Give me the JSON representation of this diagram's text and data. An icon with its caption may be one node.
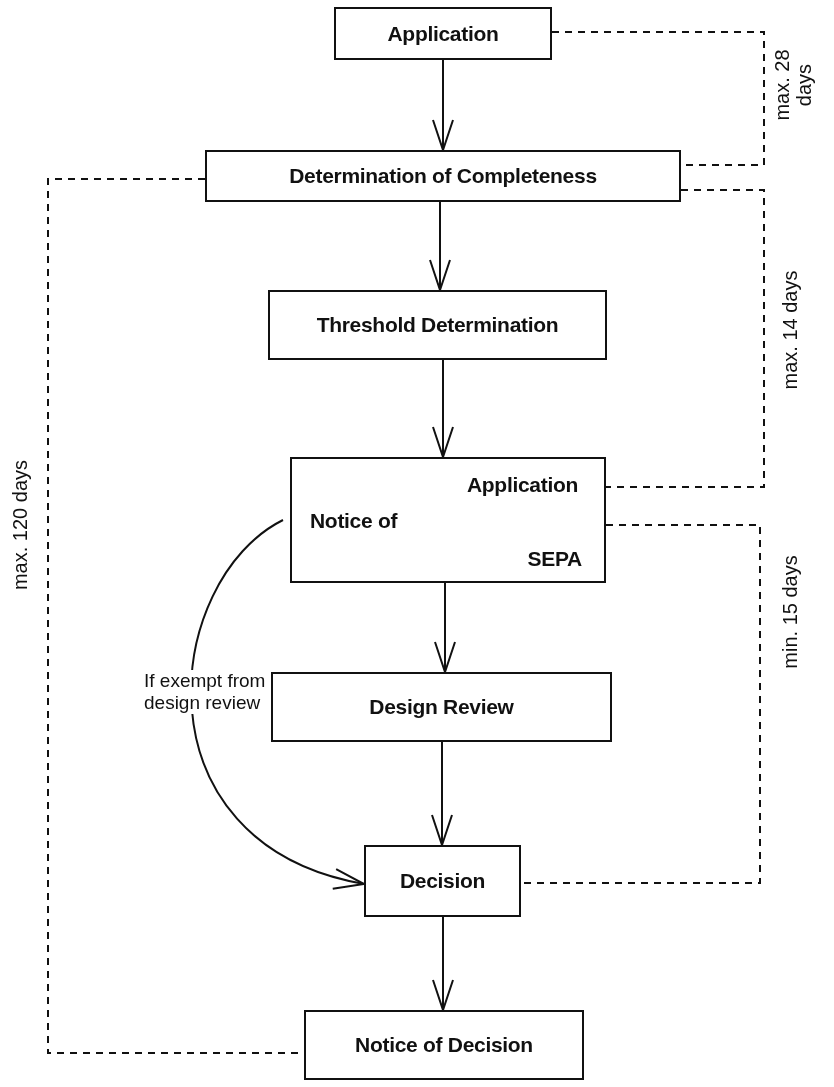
{
  "diagram": {
    "nodes": [
      {
        "text": [
          "Application"
        ]
      },
      {
        "text": [
          "Determination of Completeness"
        ]
      },
      {
        "text": [
          "Threshold Determination"
        ]
      },
      {
        "text": [
          "Application",
          "Notice of",
          "SEPA"
        ]
      },
      {
        "text": [
          "Design Review"
        ]
      },
      {
        "text": [
          "Decision"
        ]
      },
      {
        "text": [
          "Notice of Decision"
        ]
      }
    ],
    "edges": [
      {
        "from": 0,
        "to": 1,
        "arrow": "to"
      },
      {
        "from": 1,
        "to": 2,
        "arrow": "to"
      },
      {
        "from": 2,
        "to": 3,
        "arrow": "to"
      },
      {
        "from": 3,
        "to": 4,
        "arrow": "to"
      },
      {
        "from": 4,
        "to": 5,
        "arrow": "to"
      },
      {
        "from": 5,
        "to": 6,
        "arrow": "to"
      },
      {
        "from": 3,
        "to": 5,
        "arrow": "to",
        "label": "If exempt from design review"
      }
    ],
    "labels": [
      "max. 28 days",
      "max. 14 days",
      "max. 120 days",
      "min. 15 days"
    ]
  }
}
